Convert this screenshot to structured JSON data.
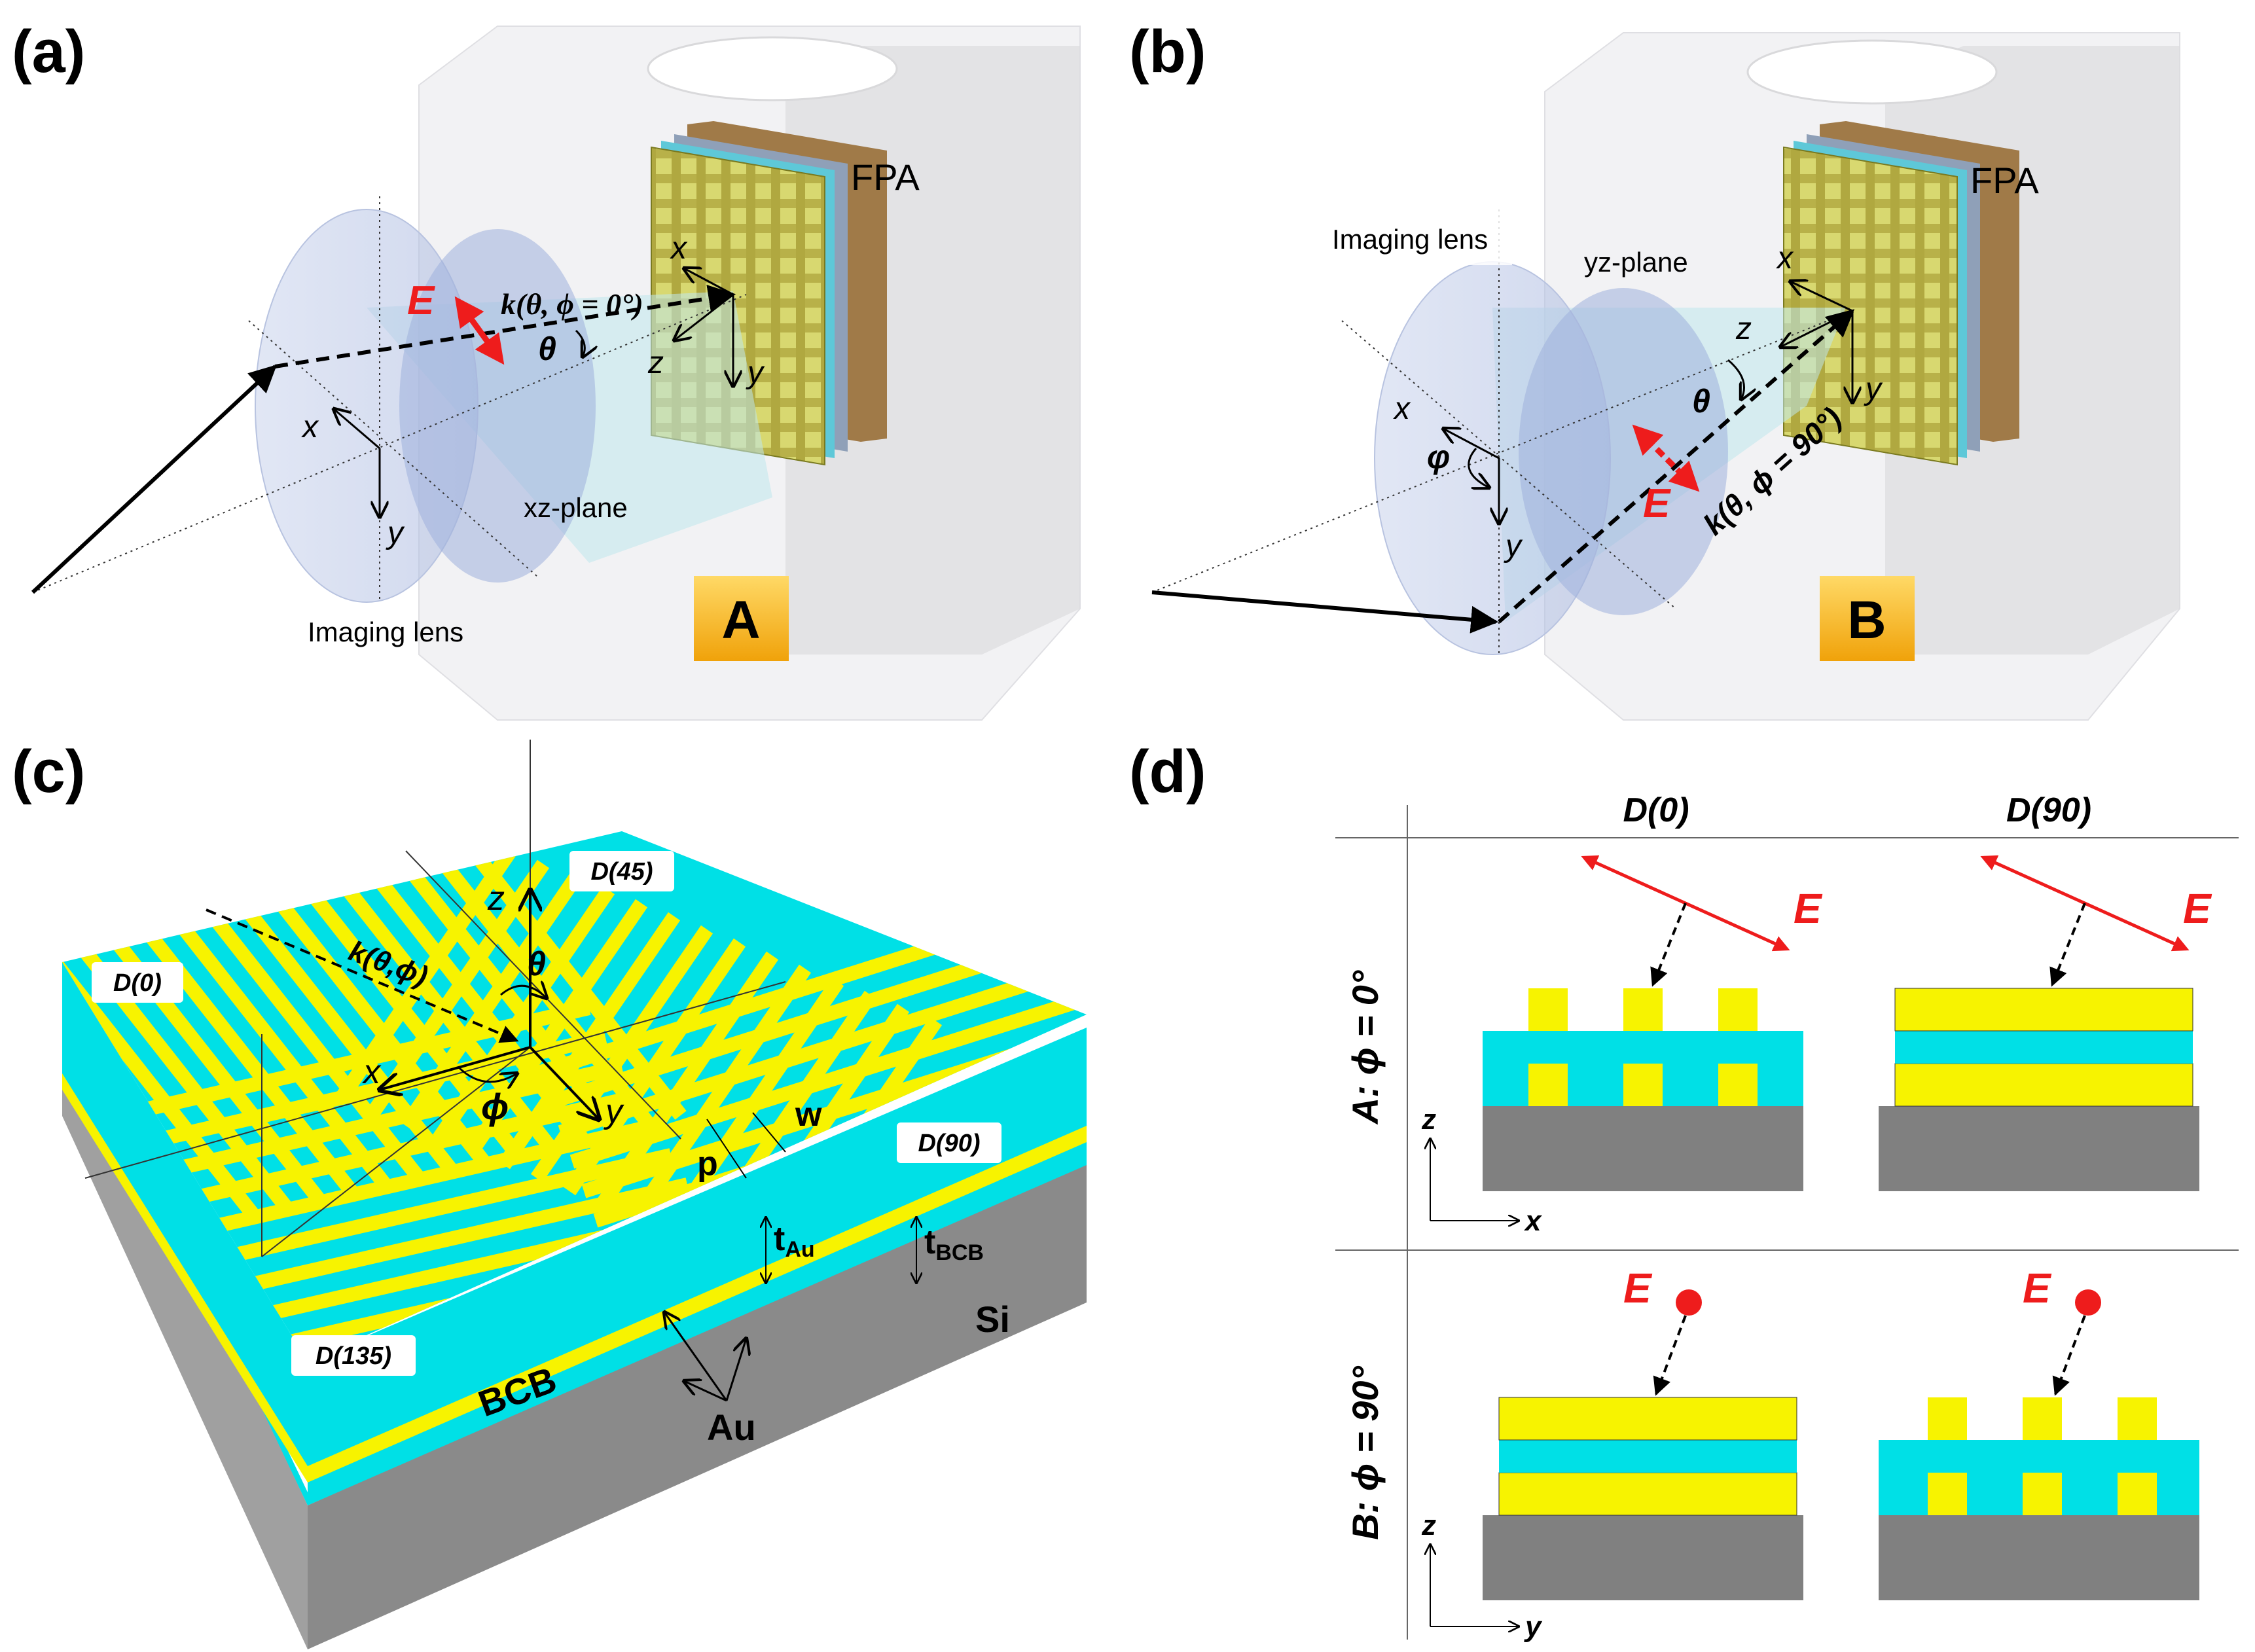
{
  "panels": {
    "a": {
      "letter": "(a)",
      "fpa_label": "FPA",
      "E_label": "E",
      "k_label": "k(θ, ϕ = 0°)",
      "theta_label": "θ",
      "plane_label": "xz-plane",
      "lens_label": "Imaging lens",
      "axis_x": "x",
      "axis_y": "y",
      "axis_z": "z",
      "badge": "A"
    },
    "b": {
      "letter": "(b)",
      "fpa_label": "FPA",
      "E_label": "E",
      "k_label": "k(θ, ϕ = 90°)",
      "theta_label": "θ",
      "phi_label": "φ",
      "plane_label": "yz-plane",
      "lens_label": "Imaging lens",
      "axis_x": "x",
      "axis_y": "y",
      "axis_z": "z",
      "badge": "B"
    },
    "c": {
      "letter": "(c)",
      "region_labels": [
        "D(0)",
        "D(45)",
        "D(90)",
        "D(135)"
      ],
      "k_label": "k(θ,ϕ)",
      "theta_label": "θ",
      "phi_label": "ϕ",
      "axis_x": "x",
      "axis_y": "y",
      "axis_z": "z",
      "p_label": "p",
      "w_label": "w",
      "tAu_main": "t",
      "tAu_sub": "Au",
      "tBCB_main": "t",
      "tBCB_sub": "BCB",
      "material_si": "Si",
      "material_bcb": "BCB",
      "material_au": "Au"
    },
    "d": {
      "letter": "(d)",
      "col_headers": [
        "D(0)",
        "D(90)"
      ],
      "row_labels": [
        "A: ϕ = 0°",
        "B: ϕ = 90°"
      ],
      "E_label": "E",
      "axis_z": "z",
      "axis_x": "x",
      "axis_y": "y"
    }
  },
  "colors": {
    "gold": "#f7f300",
    "bcb": "#00e0e6",
    "si": "#8a8a8a",
    "e_field": "#ee1c1c",
    "badge": "#f6b21e"
  }
}
